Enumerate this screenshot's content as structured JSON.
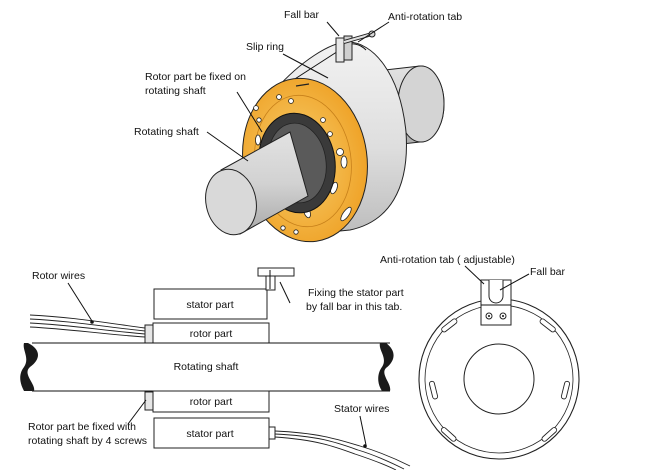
{
  "top_view": {
    "fall_bar": "Fall bar",
    "anti_rotation_tab": "Anti-rotation tab",
    "slip_ring": "Slip ring",
    "rotor_part_line1": "Rotor part be fixed on",
    "rotor_part_line2": "rotating shaft",
    "rotating_shaft": "Rotating shaft"
  },
  "side_view": {
    "rotor_wires": "Rotor wires",
    "stator_part_top": "stator part",
    "rotor_part_top": "rotor part",
    "rotating_shaft": "Rotating shaft",
    "rotor_part_bottom": "rotor part",
    "stator_part_bottom": "stator part",
    "fixing_note_line1": "Fixing the stator part",
    "fixing_note_line2": "by  fall bar  in this tab.",
    "rotor_fixed_line1": "Rotor part be fixed with",
    "rotor_fixed_line2": "rotating shaft by 4 screws",
    "stator_wires": "Stator wires"
  },
  "end_view": {
    "anti_rotation_tab_adjustable": "Anti-rotation tab ( adjustable)",
    "fall_bar": "Fall bar"
  },
  "colors": {
    "body_gray": "#dcdcdc",
    "flange_orange": "#f0a830",
    "flange_yellow": "#f6c862",
    "dark_ring": "#3a3a3a",
    "outline": "#111111"
  }
}
